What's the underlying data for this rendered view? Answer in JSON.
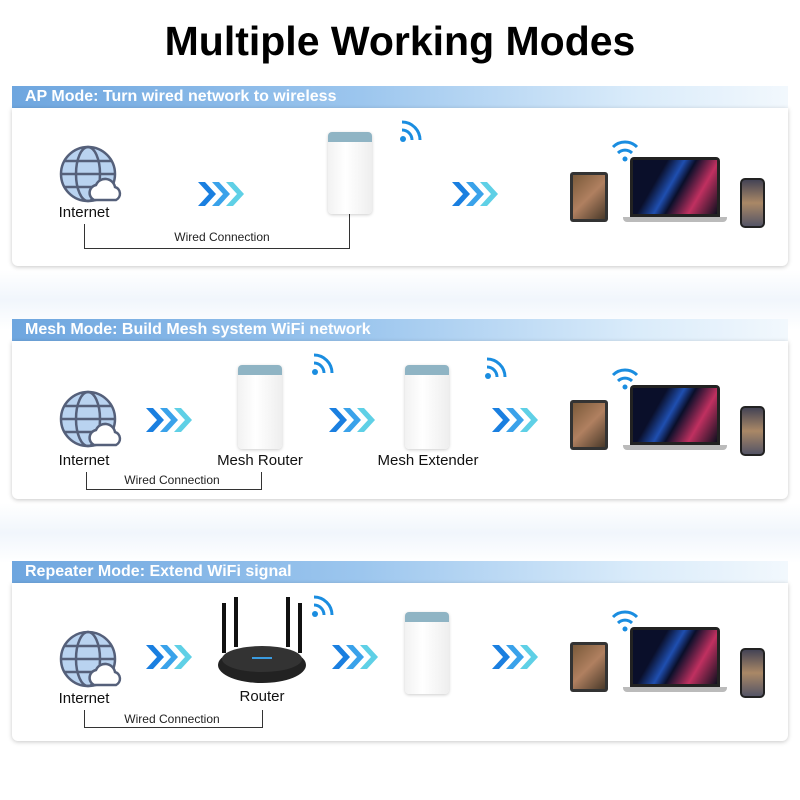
{
  "title": "Multiple Working Modes",
  "panels": [
    {
      "header": "AP Mode: Turn wired network to wireless",
      "internet": "Internet",
      "wired": "Wired Connection",
      "labels": []
    },
    {
      "header": "Mesh Mode: Build Mesh system WiFi network",
      "internet": "Internet",
      "wired": "Wired Connection",
      "labels": [
        "Mesh Router",
        "Mesh Extender"
      ]
    },
    {
      "header": "Repeater Mode: Extend WiFi signal",
      "internet": "Internet",
      "wired": "Wired Connection",
      "labels": [
        "Router"
      ]
    }
  ],
  "colors": {
    "header_start": "#6ea6df",
    "arrow_dark": "#1a7fe0",
    "arrow_light": "#5fd0e6",
    "wifi": "#1a8de0",
    "globe": "#b9d3f0"
  }
}
